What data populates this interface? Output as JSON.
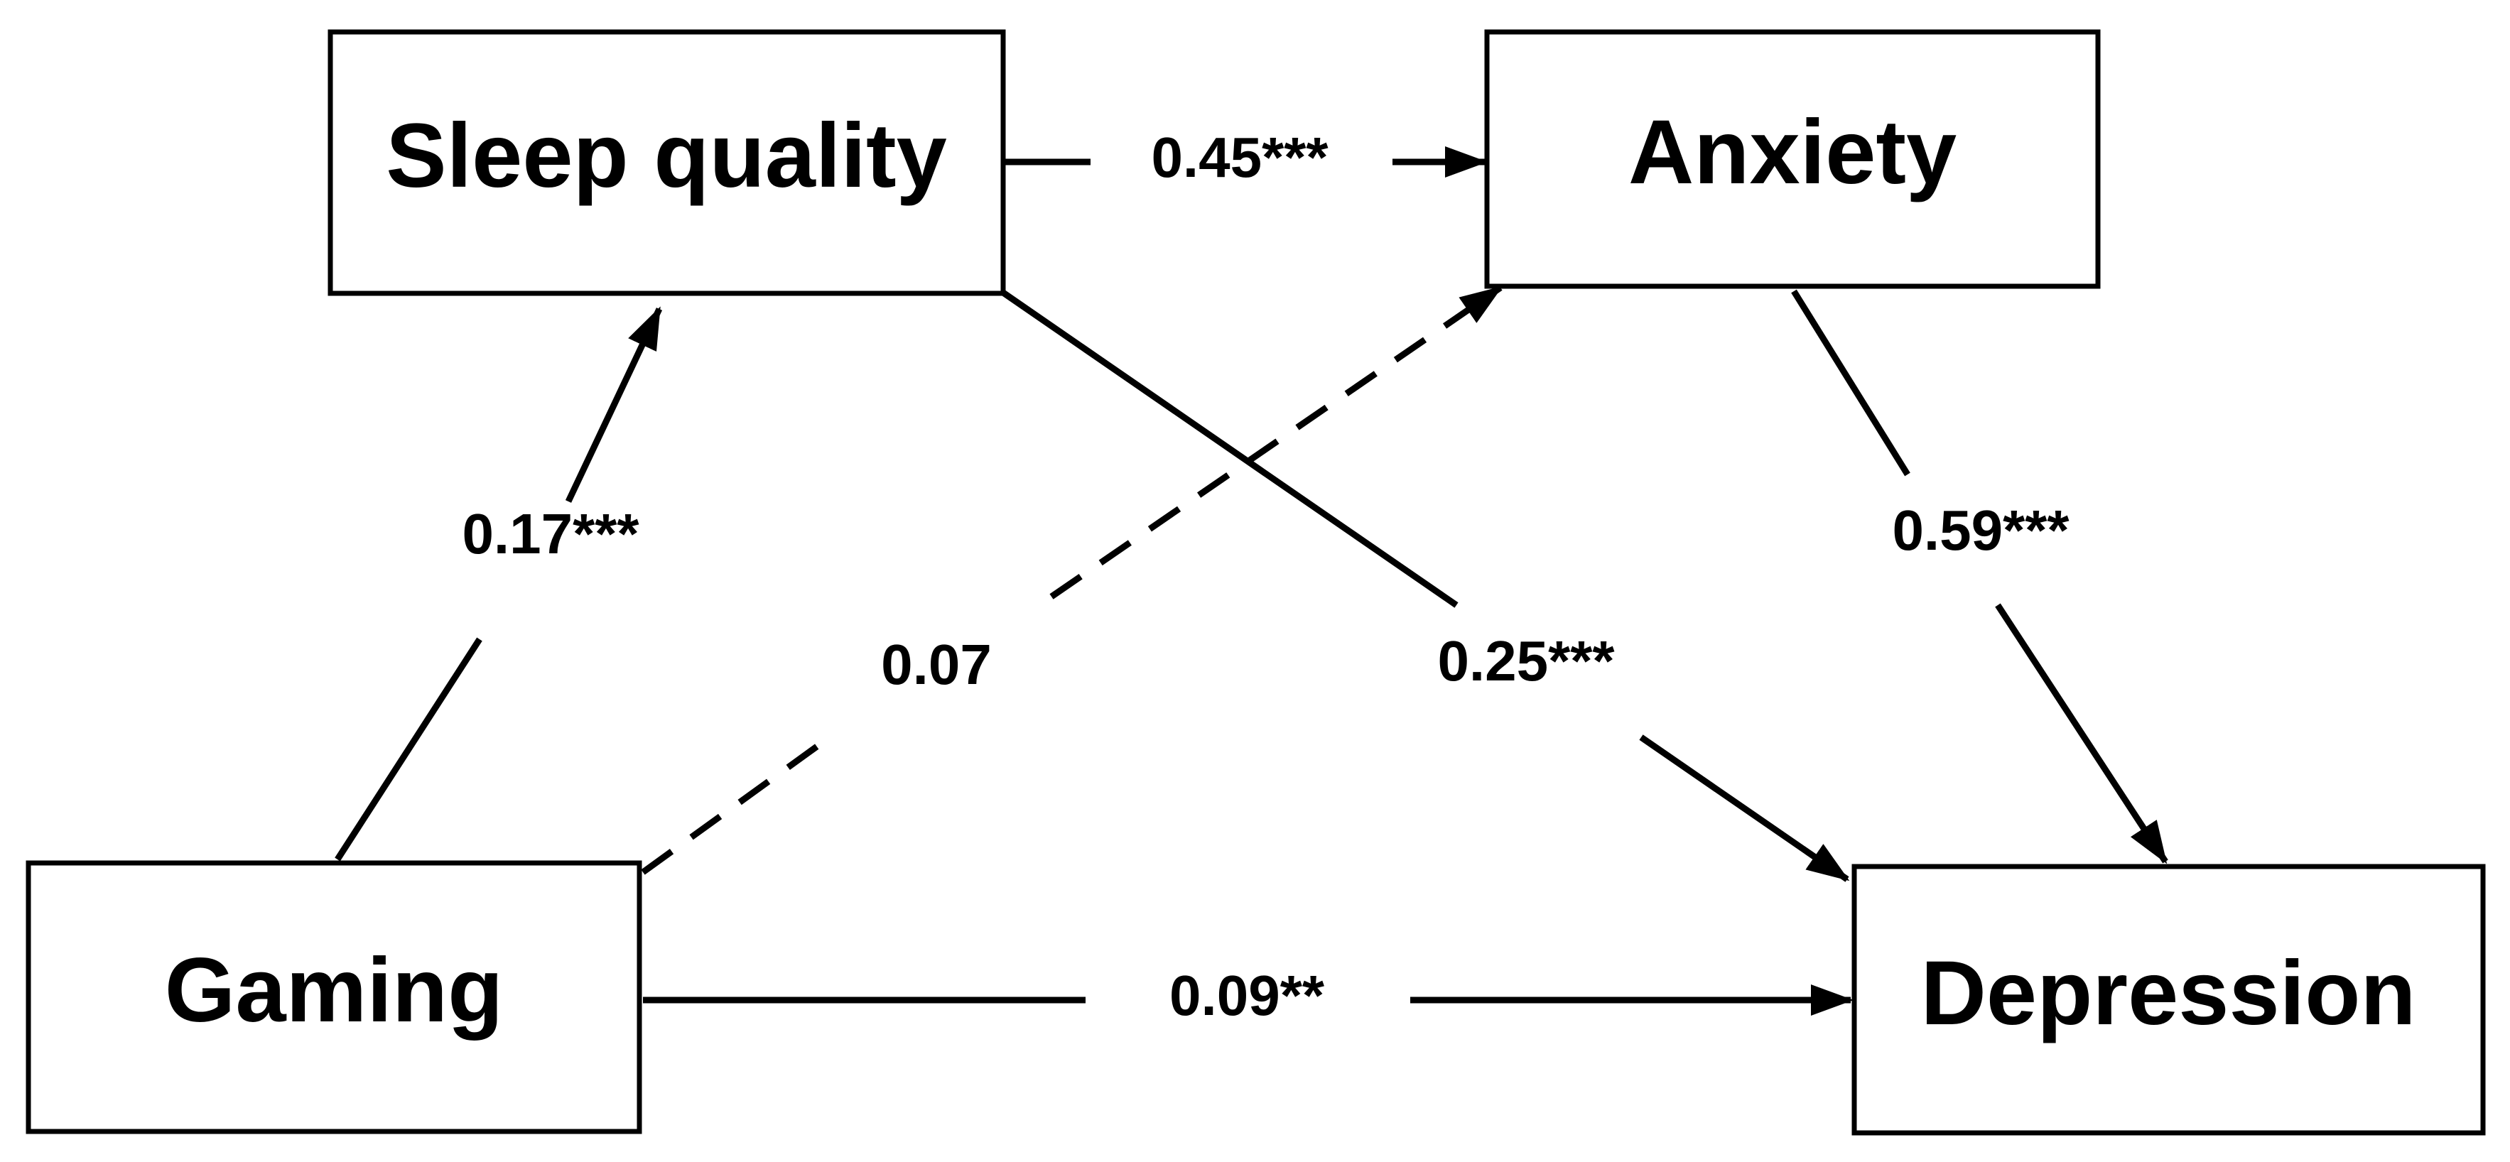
{
  "nodes": {
    "sleep_quality": "Sleep quality",
    "anxiety": "Anxiety",
    "gaming": "Gaming",
    "depression": "Depression"
  },
  "edges": {
    "sleep_to_anxiety": "0.45***",
    "gaming_to_sleep": "0.17***",
    "gaming_to_anxiety": "0.07",
    "sleep_to_depression": "0.25***",
    "anxiety_to_depression": "0.59***",
    "gaming_to_depression": "0.09**"
  },
  "colors": {
    "stroke": "#000000",
    "background": "#ffffff"
  }
}
